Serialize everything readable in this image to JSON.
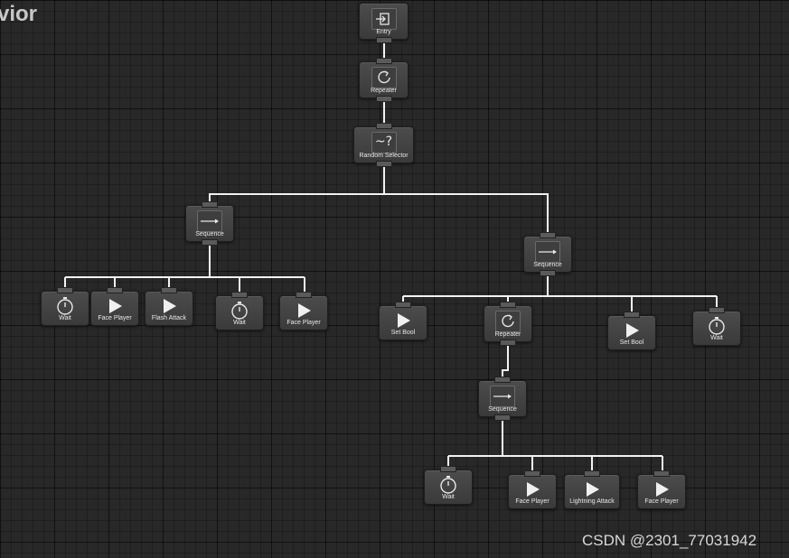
{
  "window": {
    "title": "vior"
  },
  "nodes": {
    "entry": {
      "label": "Entry",
      "icon": "entry-icon"
    },
    "repeater_root": {
      "label": "Repeater",
      "icon": "repeat-icon"
    },
    "random_selector": {
      "label": "Random Selector",
      "icon": "random-selector-icon",
      "symbol": "~?"
    },
    "sequence_left": {
      "label": "Sequence",
      "icon": "sequence-arrow-icon"
    },
    "wait_l1": {
      "label": "Wait",
      "icon": "stopwatch-icon"
    },
    "face_player_l1": {
      "label": "Face Player",
      "icon": "play-icon"
    },
    "flash_attack": {
      "label": "Flash Attack",
      "icon": "play-icon"
    },
    "wait_l2": {
      "label": "Wait",
      "icon": "stopwatch-icon"
    },
    "face_player_l2": {
      "label": "Face Player",
      "icon": "play-icon"
    },
    "sequence_right": {
      "label": "Sequence",
      "icon": "sequence-arrow-icon"
    },
    "set_bool_r1": {
      "label": "Set Bool",
      "icon": "play-icon"
    },
    "repeater_right": {
      "label": "Repeater",
      "icon": "repeat-icon"
    },
    "set_bool_r2": {
      "label": "Set Bool",
      "icon": "play-icon"
    },
    "wait_r1": {
      "label": "Wait",
      "icon": "stopwatch-icon"
    },
    "sequence_inner": {
      "label": "Sequence",
      "icon": "sequence-arrow-icon"
    },
    "wait_i1": {
      "label": "Wait",
      "icon": "stopwatch-icon"
    },
    "face_player_i1": {
      "label": "Face Player",
      "icon": "play-icon"
    },
    "lightning_attack": {
      "label": "Lightning Attack",
      "icon": "play-icon"
    },
    "face_player_i2": {
      "label": "Face Player",
      "icon": "play-icon"
    }
  },
  "watermark": "CSDN @2301_77031942",
  "colors": {
    "canvas": "#282828",
    "node": "#444444",
    "edge": "#f0f0f0",
    "text": "#e8e8e8"
  }
}
